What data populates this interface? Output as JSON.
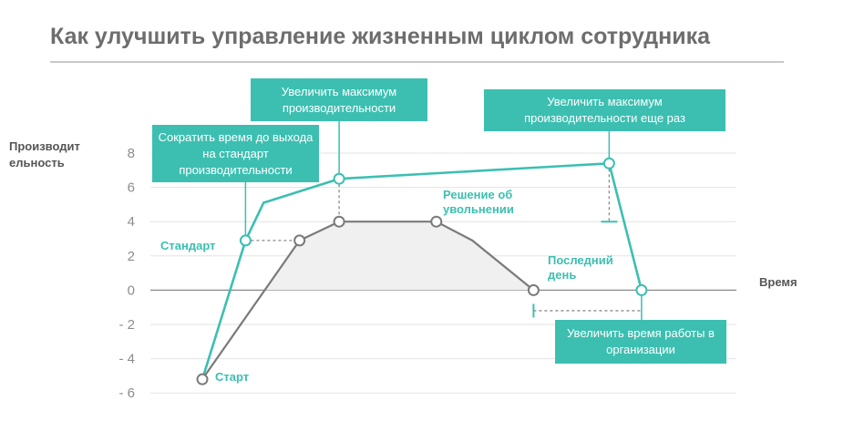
{
  "page": {
    "title": "Как улучшить управление жизненным циклом сотрудника"
  },
  "colors": {
    "teal": "#3cbfb1",
    "gray": "#7a7a7a",
    "fill": "#f0f0f0",
    "grid": "#e3e3e3"
  },
  "chart_data": {
    "type": "line",
    "ylabel": "Производит ельность",
    "xlabel": "Время",
    "ylim": [
      -6,
      8
    ],
    "yticks": [
      8,
      6,
      4,
      2,
      0,
      -2,
      -4,
      -6
    ],
    "ytick_labels": [
      "8",
      "6",
      "4",
      "2",
      "0",
      "- 2",
      "- 4",
      "- 6"
    ],
    "grid": true,
    "series": [
      {
        "role": "improved",
        "color": "#3cbfb1",
        "points": [
          [
            0,
            -5.2
          ],
          [
            1.2,
            2.9
          ],
          [
            1.7,
            5.1
          ],
          [
            3.8,
            6.5
          ],
          [
            11.3,
            7.4
          ],
          [
            12.2,
            0
          ]
        ],
        "markers": [
          1,
          3,
          4,
          5
        ]
      },
      {
        "role": "current",
        "color": "#7a7a7a",
        "points": [
          [
            0,
            -5.2
          ],
          [
            2.7,
            2.9
          ],
          [
            3.8,
            4.0
          ],
          [
            6.5,
            4.0
          ],
          [
            7.5,
            2.9
          ],
          [
            9.2,
            0
          ]
        ],
        "markers": [
          0,
          1,
          2,
          3,
          5
        ]
      }
    ],
    "annotations": {
      "shorten": "Сократить время до выхода на стандарт производительности",
      "increase_max": "Увеличить максимум производительности",
      "increase_again": "Увеличить максимум производительности еще раз",
      "extend_tenure": "Увеличить время работы в организации",
      "standard": "Стандарт",
      "start": "Старт",
      "dismissal_decision": "Решение об увольнении",
      "last_day": "Последний день"
    }
  }
}
